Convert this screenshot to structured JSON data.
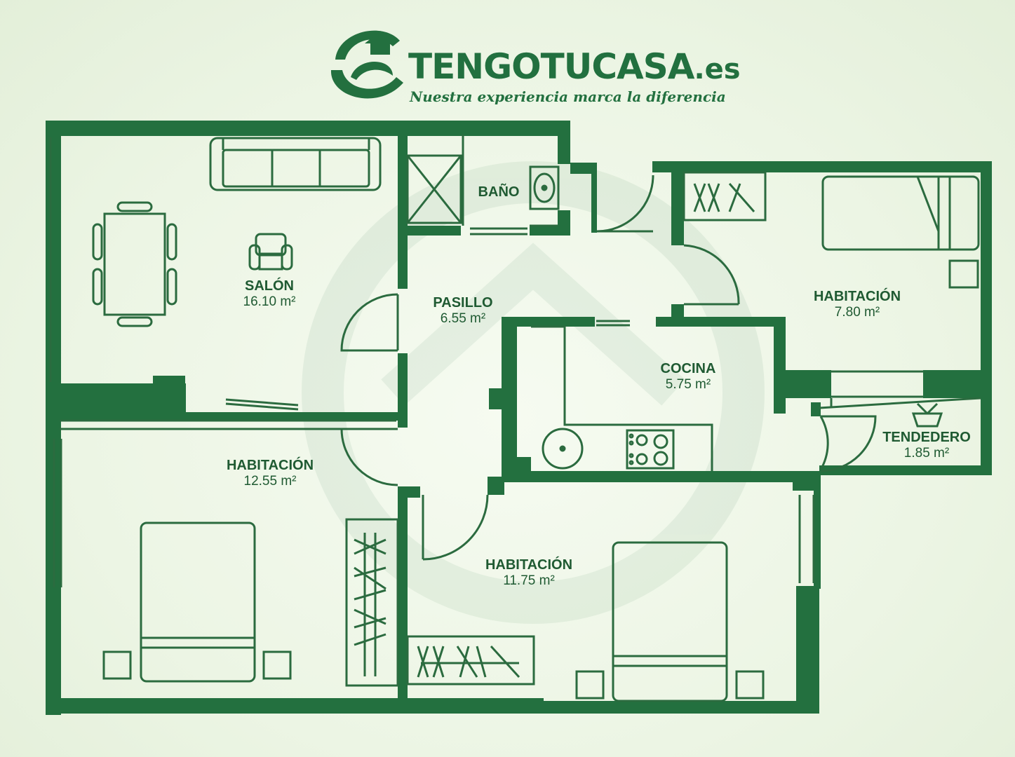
{
  "brand": {
    "name": "TENGOTUCASA",
    "tld": ".es",
    "tagline": "Nuestra experiencia marca la diferencia",
    "color": "#22703f"
  },
  "colors": {
    "wall": "#23703f",
    "line": "#2b6b3f",
    "text": "#1f5a32",
    "background": "#eef6e6"
  },
  "rooms": {
    "salon": {
      "name": "SALÓN",
      "area": "16.10 m²"
    },
    "bano": {
      "name": "BAÑO"
    },
    "pasillo": {
      "name": "PASILLO",
      "area": "6.55 m²"
    },
    "habitacion_1": {
      "name": "HABITACIÓN",
      "area": "7.80 m²"
    },
    "cocina": {
      "name": "COCINA",
      "area": "5.75 m²"
    },
    "tendedero": {
      "name": "TENDEDERO",
      "area": "1.85 m²"
    },
    "habitacion_2": {
      "name": "HABITACIÓN",
      "area": "12.55 m²"
    },
    "habitacion_3": {
      "name": "HABITACIÓN",
      "area": "11.75 m²"
    }
  }
}
